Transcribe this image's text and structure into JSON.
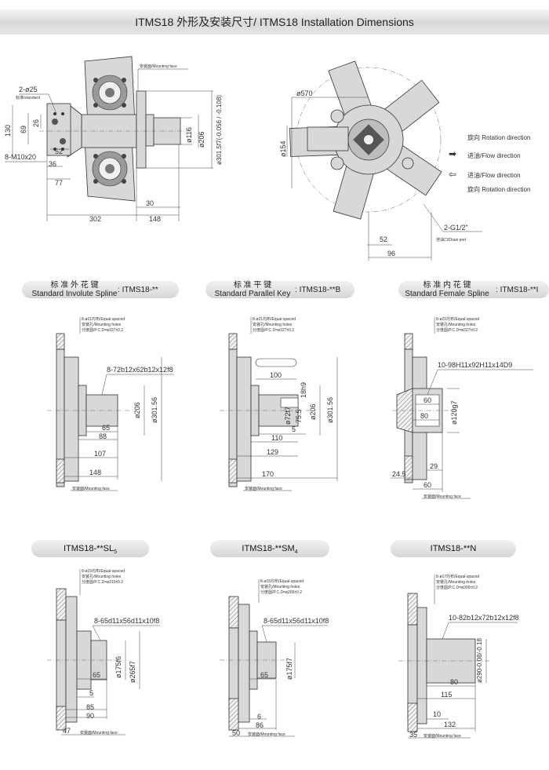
{
  "header": {
    "title": "ITMS18 外形及安装尺寸/ ITMS18 Installation Dimensions"
  },
  "top_left": {
    "labels": {
      "mounting_face": "安装面/Mounting face",
      "holes": "2-ø25",
      "standard": "标准/standard",
      "thread": "8-M10x20",
      "d130": "130",
      "d69": "69",
      "d26": "26",
      "d52": "52",
      "d36": "36",
      "d77": "77",
      "d116": "ø116",
      "d206": "ø206",
      "d301": "ø301.5f7(-0.056 / -0.108)",
      "d30": "30",
      "d302": "302",
      "d148": "148"
    }
  },
  "top_right": {
    "labels": {
      "d570": "ø570",
      "d154": "ø154",
      "rotation1": "旋向 Rotation direction",
      "flow1": "进油/Flow direction",
      "flow2": "进油/Flow direction",
      "rotation2": "旋向 Rotation direction",
      "drain": "2-G1/2\"",
      "drain_port": "泄油口/Drain port",
      "d52": "52",
      "d96": "96"
    }
  },
  "sections": {
    "involute": {
      "cn": "标 准 外 花 键",
      "en": "Standard Involute Spline",
      "model": "ITMS18-**"
    },
    "parallel": {
      "cn": "标 准 平 键",
      "en": "Standard Parallel Key",
      "model": "ITMS18-**B"
    },
    "female": {
      "cn": "标 准 内 花 键",
      "en": "Standard Female Spline",
      "model": "ITMS18-**I"
    }
  },
  "row2": {
    "involute": {
      "notes": [
        "8-ø21均布/Equal-spaced",
        "安装孔/Mounting holes",
        "分度圆/P.C.D=ø327±0.2"
      ],
      "spline": "8-72b12x62b12x12f8",
      "d65": "65",
      "d88": "88",
      "d107": "107",
      "d148": "148",
      "d206": "ø206",
      "d301": "ø301.56",
      "mount": "安装面/Mounting face"
    },
    "parallel": {
      "notes": [
        "8-ø21均布/Equal-spaced",
        "安装孔/Mounting holes",
        "分度圆/P.C.D=ø327±0.2"
      ],
      "d100": "100",
      "h18": "18h9",
      "d72": "ø72f7",
      "d755": "75.5",
      "d206": "ø206",
      "d301": "ø301.56",
      "d5": "5",
      "d110": "110",
      "d129": "129",
      "d170": "170",
      "mount": "安装面/Mounting face"
    },
    "female": {
      "notes": [
        "8-ø21均布/Equal-spaced",
        "安装孔/Mounting holes",
        "分度圆/P.C.D=ø327±0.2"
      ],
      "spline": "10-98H11x92H11x14D9",
      "d60": "60",
      "d80": "80",
      "d120": "ø120g7",
      "d245": "24.5",
      "d29": "29",
      "d60b": "60",
      "mount": "安装面/Mounting face"
    }
  },
  "row3_tabs": {
    "sl5": {
      "prefix": "ITMS18-**SL",
      "sub": "5"
    },
    "sm4": {
      "prefix": "ITMS18-**SM",
      "sub": "4"
    },
    "n": {
      "prefix": "ITMS18-**N",
      "sub": ""
    }
  },
  "row3": {
    "sl5": {
      "notes": [
        "8-ø15均布/Equal-spaced",
        "安装孔/Mounting holes",
        "分度圆/P.C.D=ø310±0.2"
      ],
      "spline": "8-65d11x56d11x10f8",
      "d175": "ø175f6",
      "d265": "ø265f7",
      "d65": "65",
      "d5": "5",
      "d85": "85",
      "d90": "90",
      "d47": "47",
      "mount": "安装面/Mounting face"
    },
    "sm4": {
      "notes": [
        "8-ø15均布/Equal-spaced",
        "安装孔/Mounting holes",
        "分度圆/P.C.D=ø265±0.2"
      ],
      "spline": "8-65d11x56d11x10f8",
      "d175": "ø175f7",
      "d65": "65",
      "d6": "6",
      "d86": "86",
      "d50": "50",
      "mount": "安装面/Mounting face"
    },
    "n": {
      "notes": [
        "8-ø17均布/Equal-spaced",
        "安装孔/Mounting holes",
        "分度圆/P.C.D=ø300±0.2"
      ],
      "spline": "10-82b12x72b12x12f8",
      "d290": "ø290-0.08/-0.18",
      "d80": "80",
      "d115": "115",
      "d10": "10",
      "d132": "132",
      "d35": "35",
      "mount": "安装面/Mounting face"
    }
  }
}
